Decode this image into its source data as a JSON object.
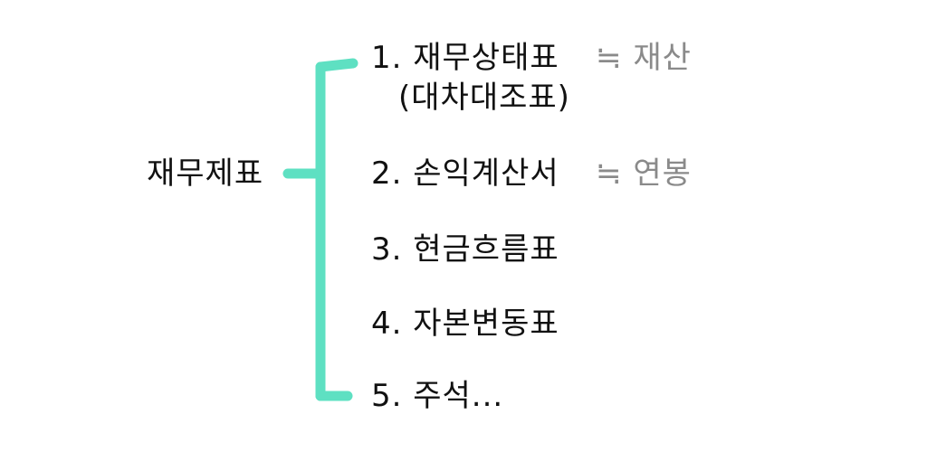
{
  "diagram": {
    "root": "재무제표",
    "items": [
      {
        "label": "1. 재무상태표",
        "sub": "(대차대조표)",
        "note": "≒ 재산"
      },
      {
        "label": "2. 손익계산서",
        "note": "≒ 연봉"
      },
      {
        "label": "3. 현금흐름표"
      },
      {
        "label": "4. 자본변동표"
      },
      {
        "label": "5. 주석..."
      }
    ]
  },
  "colors": {
    "bracket": "#5ee0c2",
    "text": "#111111",
    "note": "#8a8a8a"
  }
}
